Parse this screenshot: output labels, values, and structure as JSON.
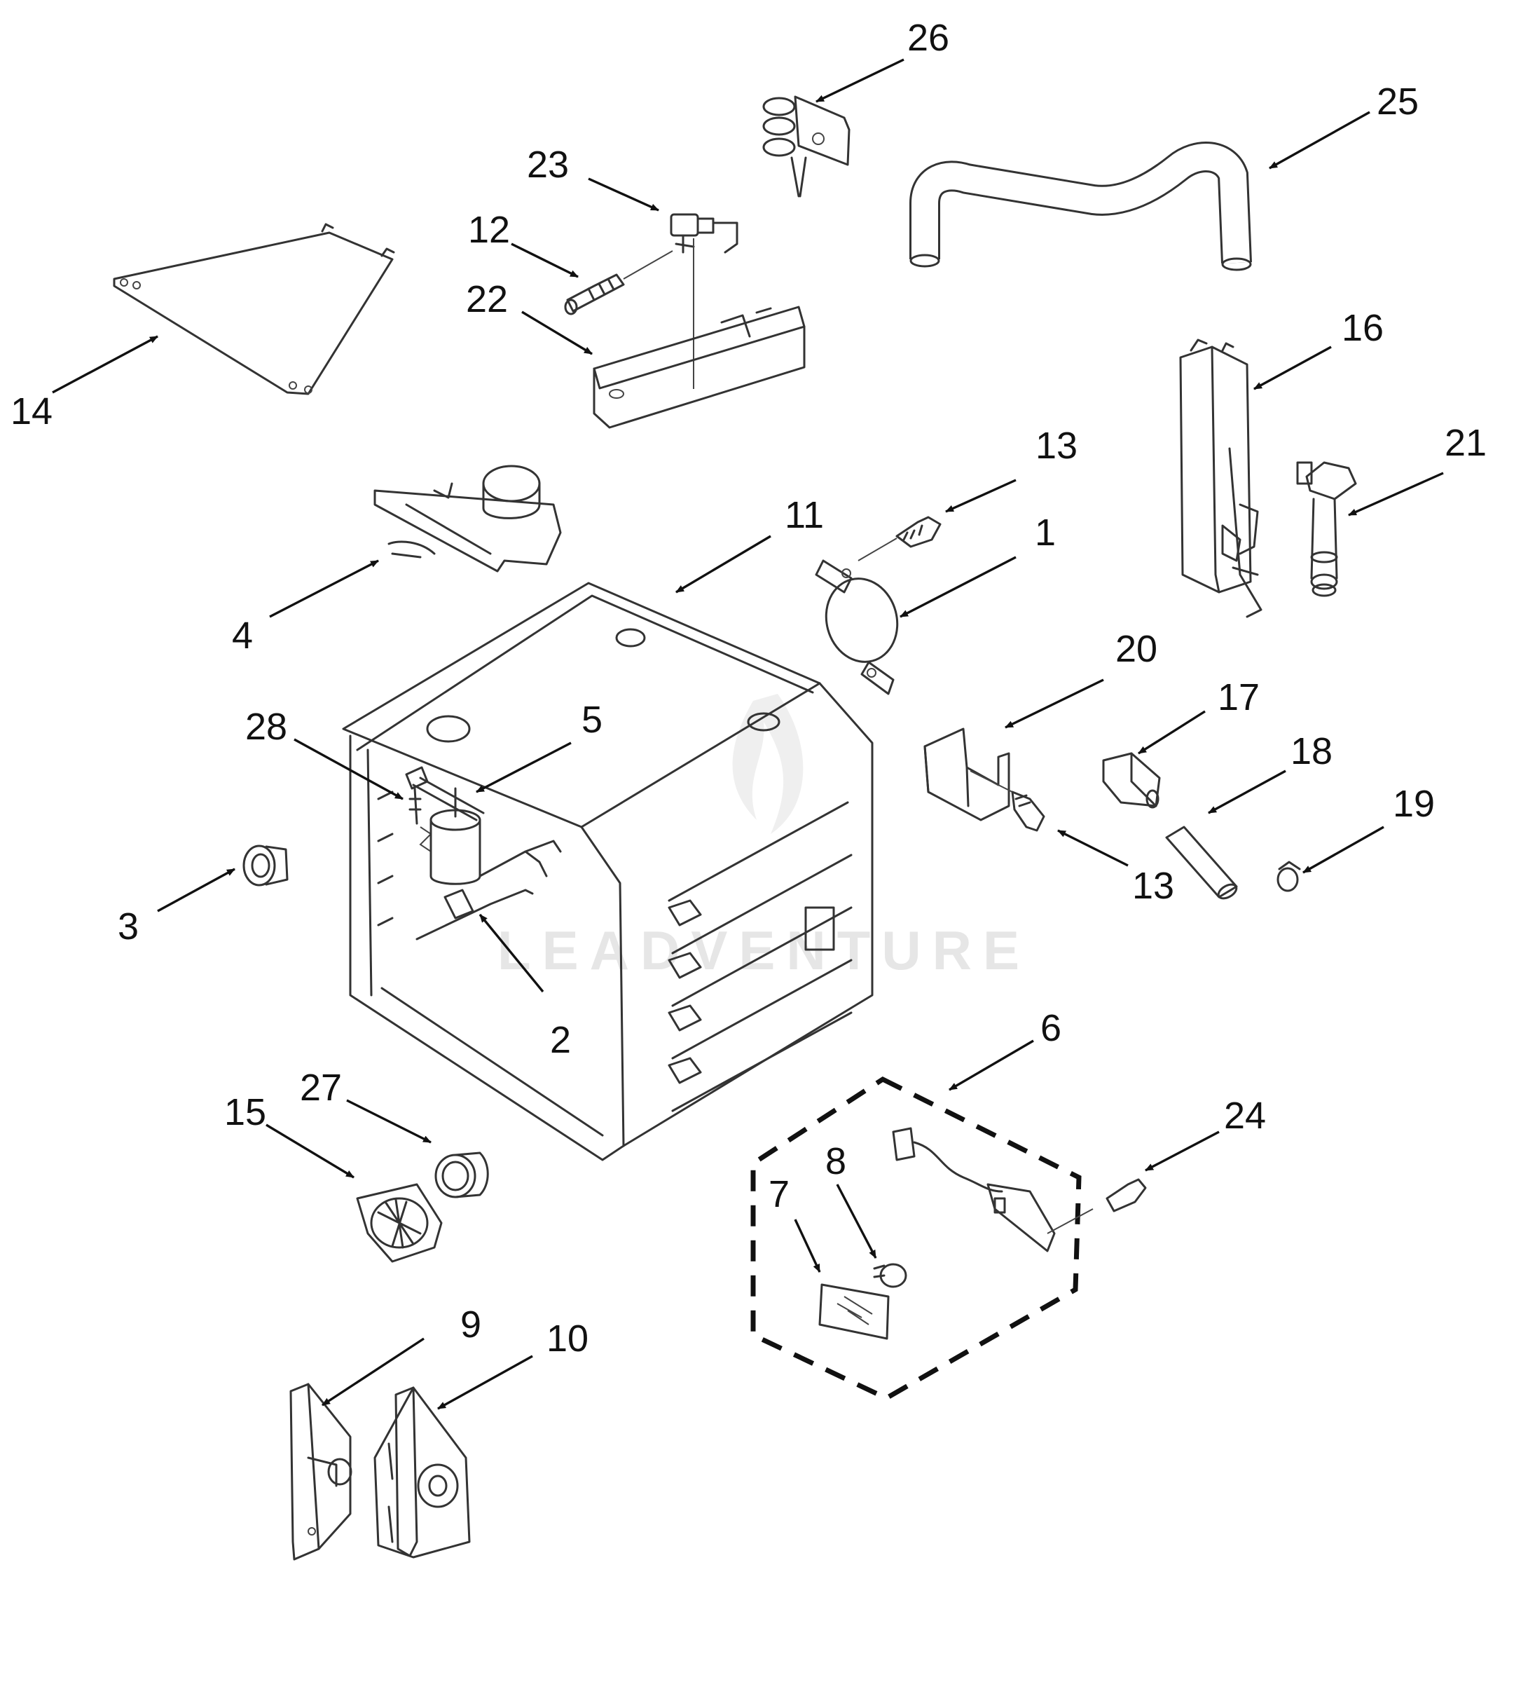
{
  "watermark": "LEADVENTURE",
  "callouts": [
    {
      "id": "callout-26",
      "label": "26"
    },
    {
      "id": "callout-25",
      "label": "25"
    },
    {
      "id": "callout-23",
      "label": "23"
    },
    {
      "id": "callout-12",
      "label": "12"
    },
    {
      "id": "callout-22",
      "label": "22"
    },
    {
      "id": "callout-14",
      "label": "14"
    },
    {
      "id": "callout-16",
      "label": "16"
    },
    {
      "id": "callout-13-upper",
      "label": "13"
    },
    {
      "id": "callout-21",
      "label": "21"
    },
    {
      "id": "callout-11",
      "label": "11"
    },
    {
      "id": "callout-1",
      "label": "1"
    },
    {
      "id": "callout-4",
      "label": "4"
    },
    {
      "id": "callout-20",
      "label": "20"
    },
    {
      "id": "callout-17",
      "label": "17"
    },
    {
      "id": "callout-18",
      "label": "18"
    },
    {
      "id": "callout-28",
      "label": "28"
    },
    {
      "id": "callout-5",
      "label": "5"
    },
    {
      "id": "callout-19",
      "label": "19"
    },
    {
      "id": "callout-3",
      "label": "3"
    },
    {
      "id": "callout-13-lower",
      "label": "13"
    },
    {
      "id": "callout-2",
      "label": "2"
    },
    {
      "id": "callout-6",
      "label": "6"
    },
    {
      "id": "callout-27",
      "label": "27"
    },
    {
      "id": "callout-15",
      "label": "15"
    },
    {
      "id": "callout-24",
      "label": "24"
    },
    {
      "id": "callout-8",
      "label": "8"
    },
    {
      "id": "callout-7",
      "label": "7"
    },
    {
      "id": "callout-9",
      "label": "9"
    },
    {
      "id": "callout-10",
      "label": "10"
    }
  ]
}
